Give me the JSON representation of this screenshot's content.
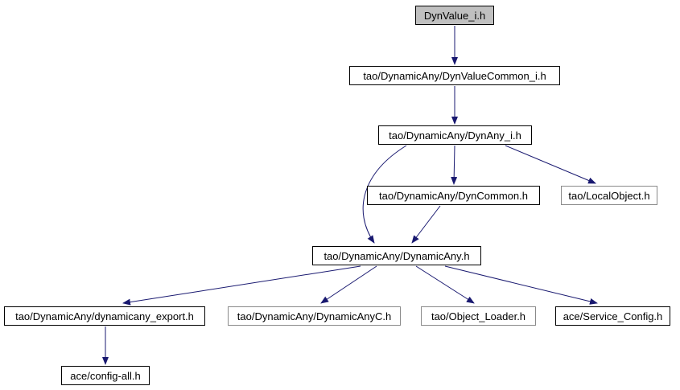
{
  "nodes": [
    {
      "id": "dynvalue_i",
      "label": "DynValue_i.h"
    },
    {
      "id": "dynvaluecommon_i",
      "label": "tao/DynamicAny/DynValueCommon_i.h"
    },
    {
      "id": "dynany_i",
      "label": "tao/DynamicAny/DynAny_i.h"
    },
    {
      "id": "dyncommon",
      "label": "tao/DynamicAny/DynCommon.h"
    },
    {
      "id": "localobject",
      "label": "tao/LocalObject.h"
    },
    {
      "id": "dynamicany",
      "label": "tao/DynamicAny/DynamicAny.h"
    },
    {
      "id": "dynamicany_export",
      "label": "tao/DynamicAny/dynamicany_export.h"
    },
    {
      "id": "dynamicanyc",
      "label": "tao/DynamicAny/DynamicAnyC.h"
    },
    {
      "id": "object_loader",
      "label": "tao/Object_Loader.h"
    },
    {
      "id": "service_config",
      "label": "ace/Service_Config.h"
    },
    {
      "id": "config_all",
      "label": "ace/config-all.h"
    }
  ],
  "edges": [
    {
      "from": "DynValue_i.h",
      "to": "tao/DynamicAny/DynValueCommon_i.h"
    },
    {
      "from": "tao/DynamicAny/DynValueCommon_i.h",
      "to": "tao/DynamicAny/DynAny_i.h"
    },
    {
      "from": "tao/DynamicAny/DynAny_i.h",
      "to": "tao/DynamicAny/DynCommon.h"
    },
    {
      "from": "tao/DynamicAny/DynAny_i.h",
      "to": "tao/LocalObject.h"
    },
    {
      "from": "tao/DynamicAny/DynAny_i.h",
      "to": "tao/DynamicAny/DynamicAny.h"
    },
    {
      "from": "tao/DynamicAny/DynCommon.h",
      "to": "tao/DynamicAny/DynamicAny.h"
    },
    {
      "from": "tao/DynamicAny/DynamicAny.h",
      "to": "tao/DynamicAny/dynamicany_export.h"
    },
    {
      "from": "tao/DynamicAny/DynamicAny.h",
      "to": "tao/DynamicAny/DynamicAnyC.h"
    },
    {
      "from": "tao/DynamicAny/DynamicAny.h",
      "to": "tao/Object_Loader.h"
    },
    {
      "from": "tao/DynamicAny/DynamicAny.h",
      "to": "ace/Service_Config.h"
    },
    {
      "from": "tao/DynamicAny/dynamicany_export.h",
      "to": "ace/config-all.h"
    }
  ],
  "colors": {
    "edge_color": "#191970",
    "node_fill": "#ffffff",
    "root_fill": "#c0c0c0",
    "border_color": "#000000",
    "plain_border": "#8a8a8a"
  }
}
